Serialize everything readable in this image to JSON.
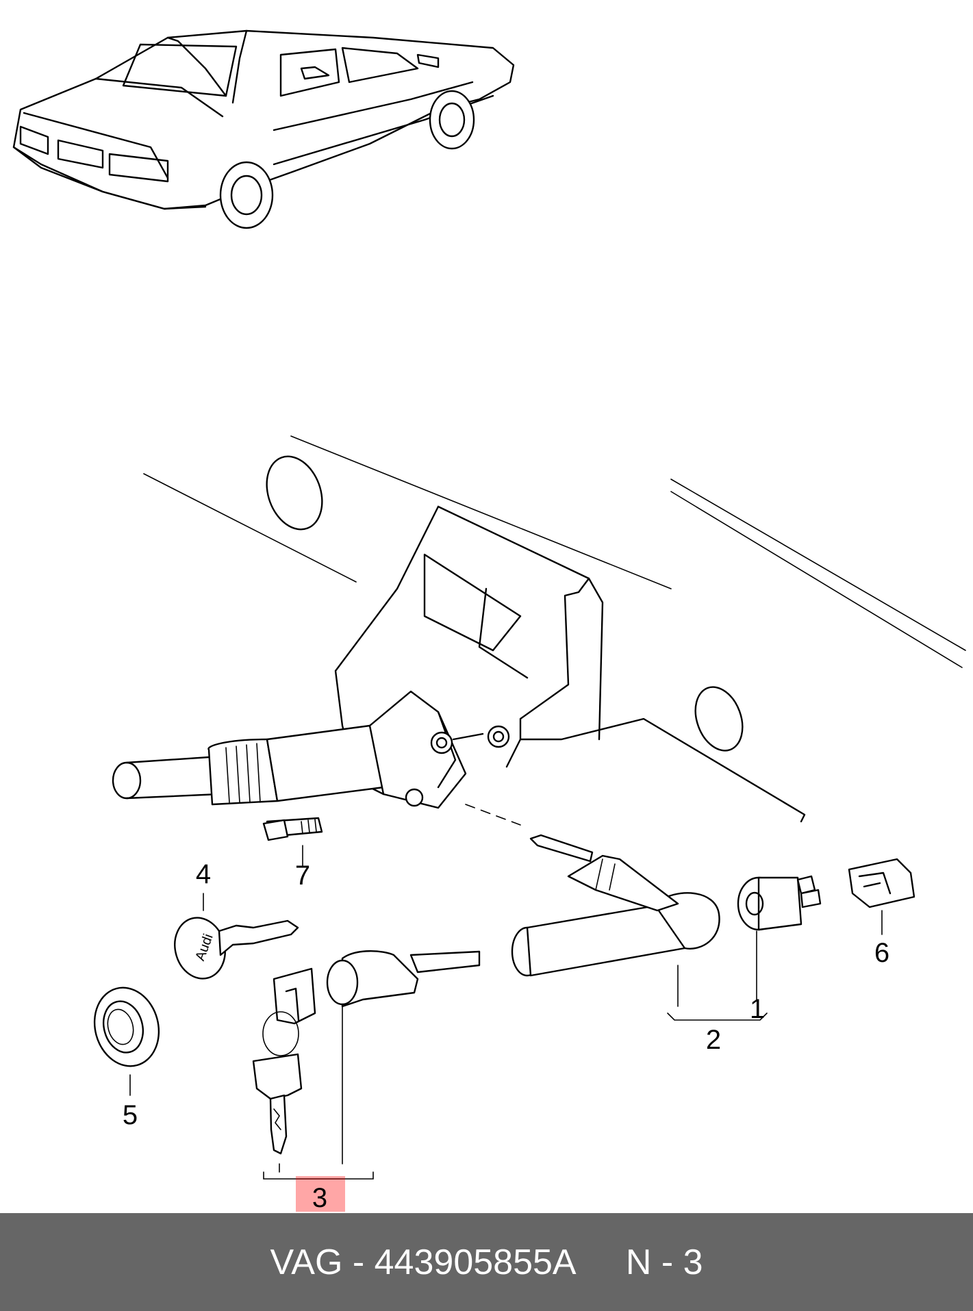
{
  "diagram": {
    "callouts": {
      "c1": "1",
      "c2": "2",
      "c3": "3",
      "c4": "4",
      "c5": "5",
      "c6": "6",
      "c7": "7"
    },
    "key_brand": "Audi",
    "highlighted_callout": "3",
    "highlight_color": "#ff0000"
  },
  "footer": {
    "brand": "VAG",
    "separator": "-",
    "part_number": "443905855A",
    "note": "N - 3",
    "background": "#666666"
  }
}
